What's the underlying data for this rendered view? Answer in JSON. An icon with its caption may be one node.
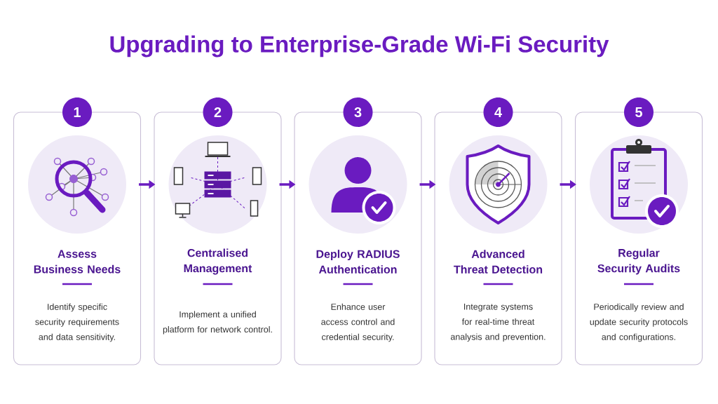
{
  "diagram": {
    "title": "Upgrading to Enterprise-Grade Wi-Fi Security",
    "nodes": [
      {
        "text": [
          "1",
          "Assess Business Needs",
          "Identify specific security requirements and data sensitivity."
        ]
      },
      {
        "text": [
          "2",
          "Centralised Management",
          "Implement a unified platform for network control."
        ]
      },
      {
        "text": [
          "3",
          "Deploy RADIUS Authentication",
          "Enhance user access control and credential security."
        ]
      },
      {
        "text": [
          "4",
          "Advanced Threat Detection",
          "Integrate systems for real-time threat analysis and prevention."
        ]
      },
      {
        "text": [
          "5",
          "Regular Security Audits",
          "Periodically review and update security protocols and configurations."
        ]
      }
    ],
    "edges": [
      {
        "from": 0,
        "to": 1,
        "arrow": "to"
      },
      {
        "from": 1,
        "to": 2,
        "arrow": "to"
      },
      {
        "from": 2,
        "to": 3,
        "arrow": "to"
      },
      {
        "from": 3,
        "to": 4,
        "arrow": "to"
      }
    ]
  }
}
